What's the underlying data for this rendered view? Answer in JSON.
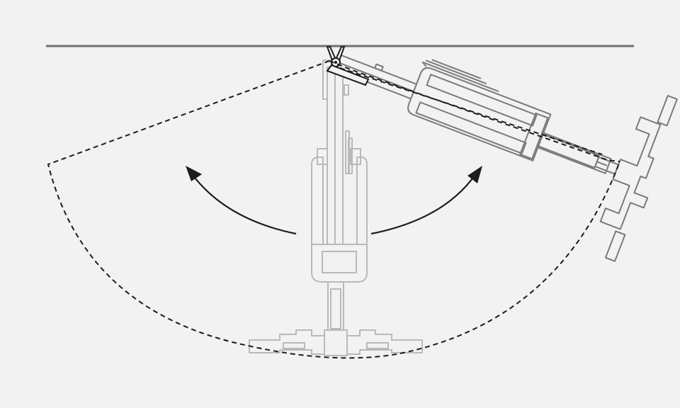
{
  "diagram": {
    "description_free": true,
    "colors": {
      "background": "#f2f2f2",
      "ceiling": "#707070",
      "ghost_outline": "#b9b9b9",
      "raised_outline": "#7a7a7a",
      "dashed_path": "#1c1c1c",
      "arrows": "#1c1c1c"
    },
    "icons": [
      "ceiling-line",
      "pivot-mount",
      "swing-arc",
      "rotation-arrow-left",
      "rotation-arrow-right"
    ]
  }
}
